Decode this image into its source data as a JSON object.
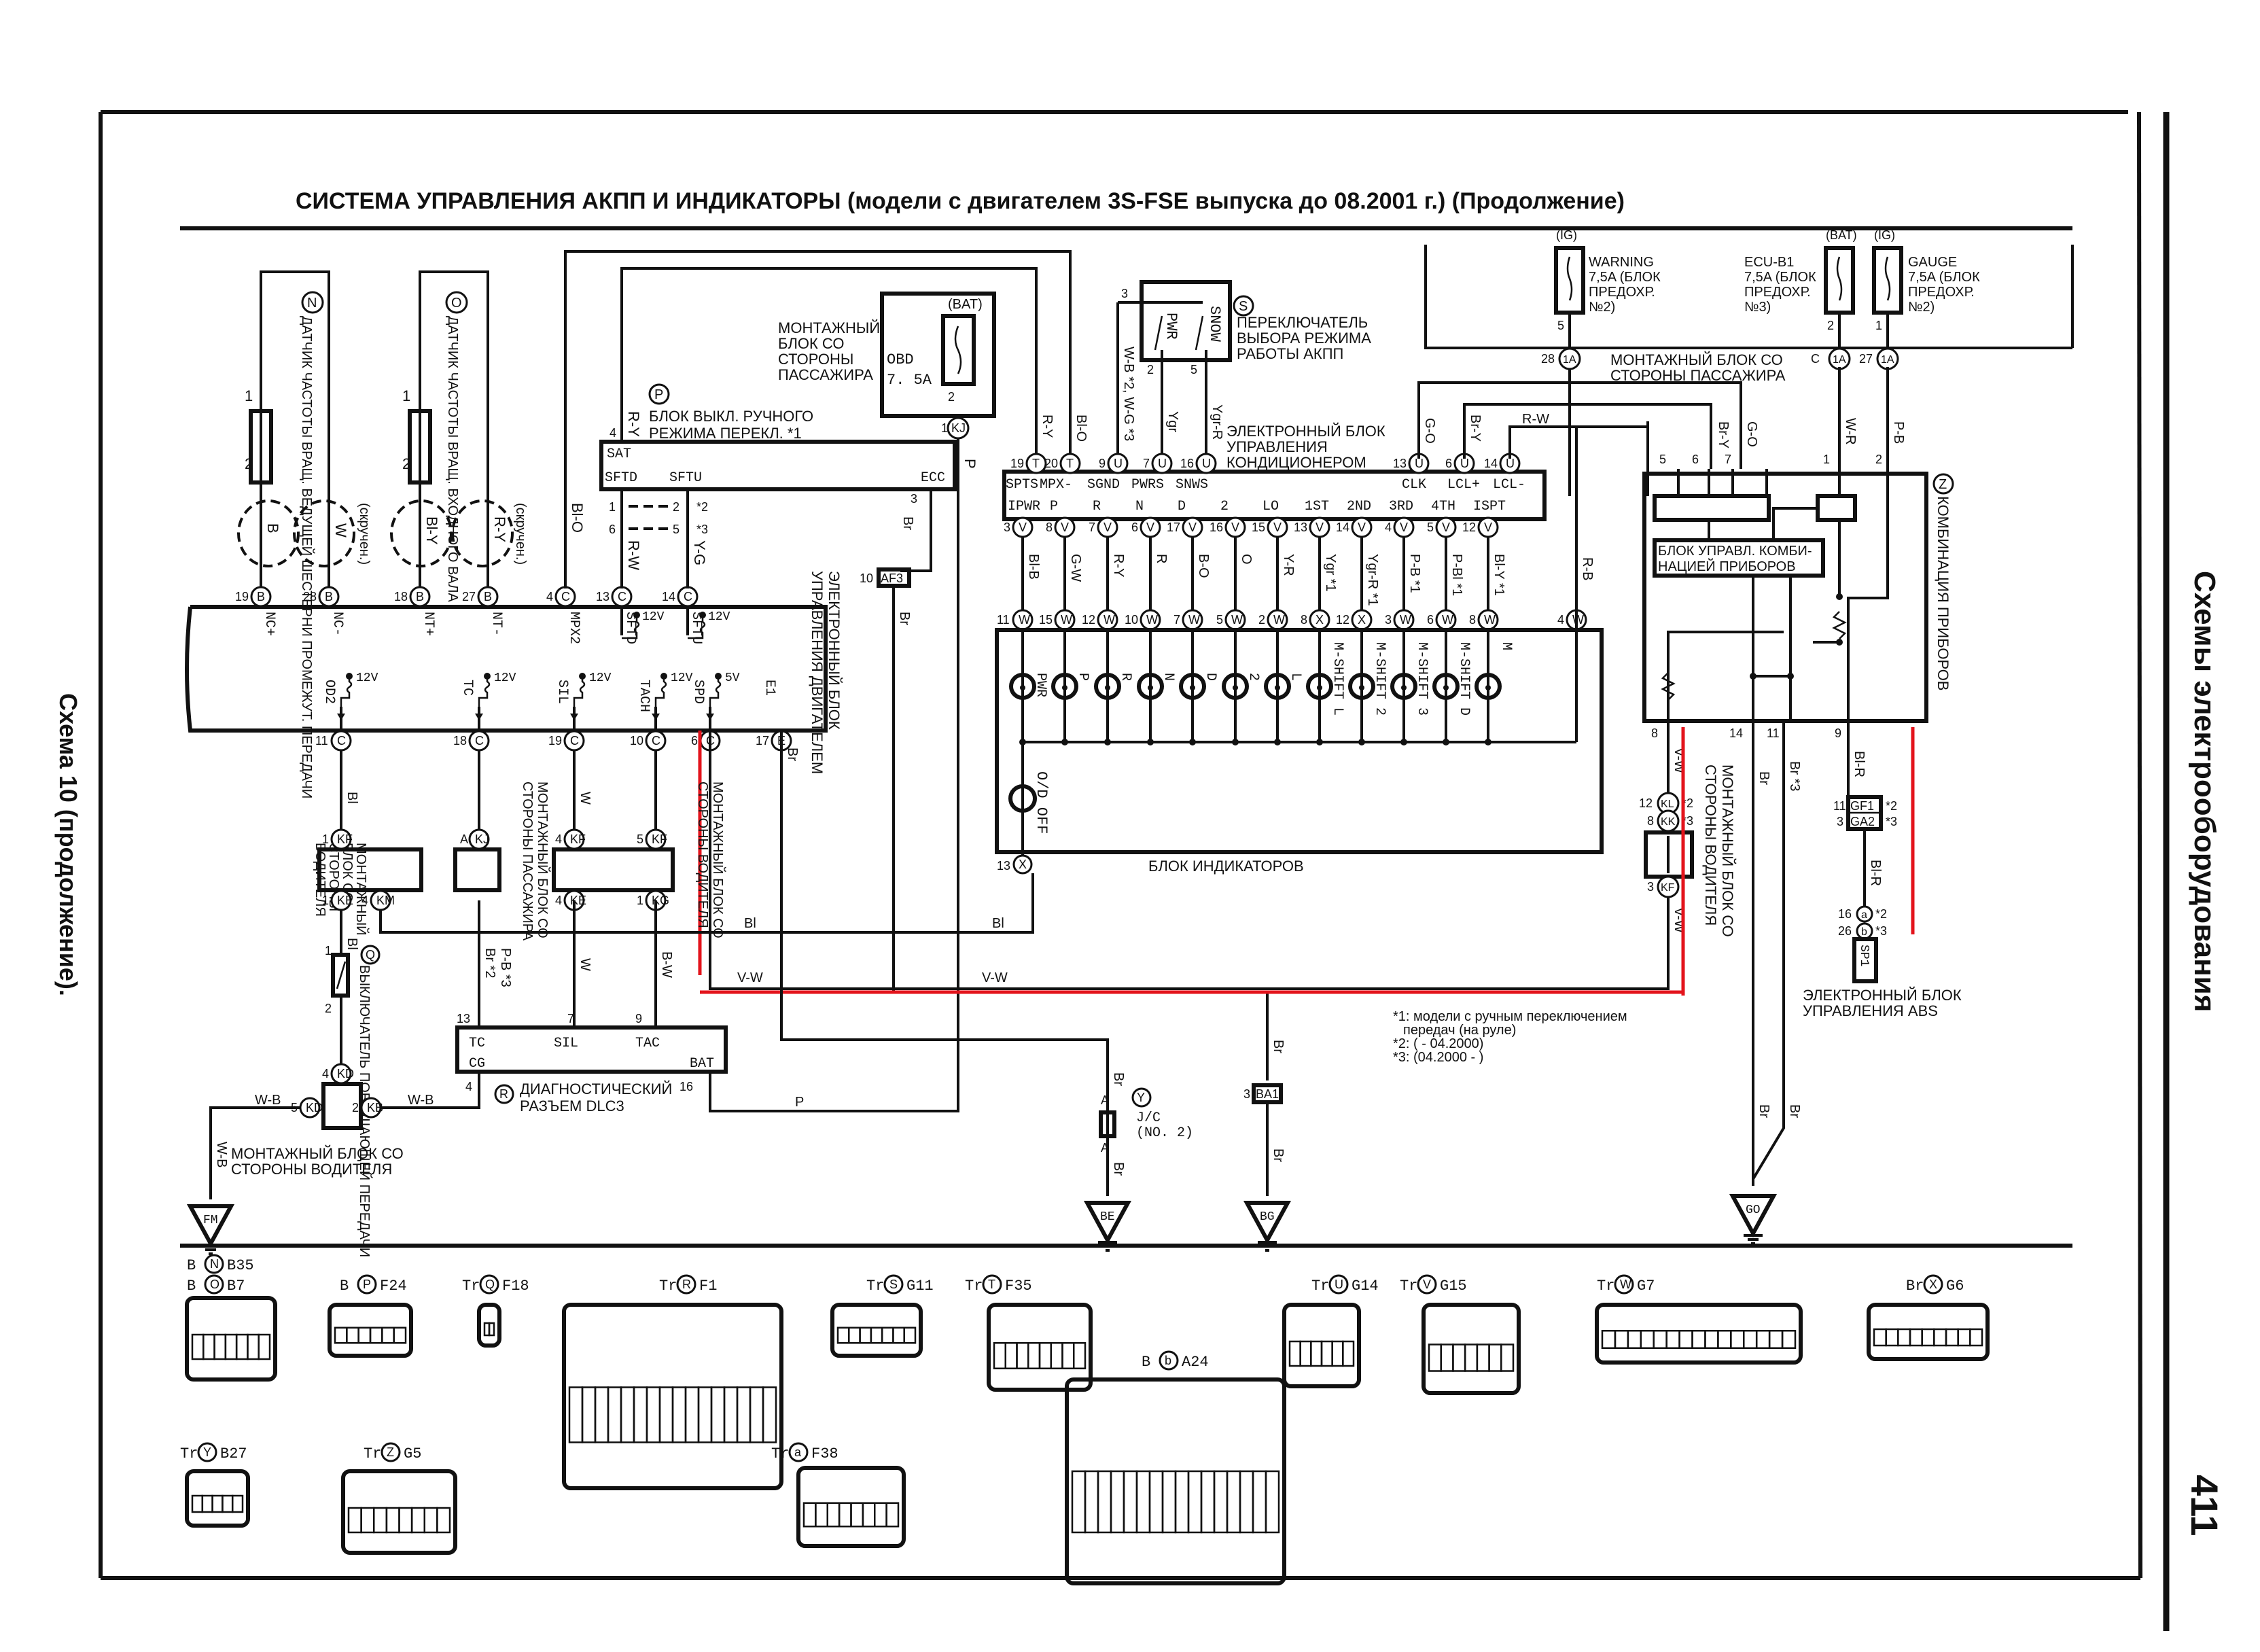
{
  "page": {
    "title": "СИСТЕМА УПРАВЛЕНИЯ АКПП И ИНДИКАТОРЫ (модели с двигателем 3S-FSE выпуска до 08.2001 г.) (Продолжение)",
    "section_title": "Схемы электрооборудования",
    "page_number": "411",
    "caption": "Схема 10 (продолжение)."
  },
  "components": {
    "N": {
      "letter": "N",
      "label": "ДАТЧИК ЧАСТОТЫ ВРАЩ. ВЕДУЩЕЙ ШЕСТЕРНИ ПРОМЕЖУТ. ПЕРЕДАЧИ",
      "pins": [
        "1",
        "2"
      ],
      "wires": [
        "B",
        "W"
      ],
      "twisted": "(скручен.)"
    },
    "O": {
      "letter": "O",
      "label": "ДАТЧИК ЧАСТОТЫ ВРАЩ. ВХОДНОГО ВАЛА",
      "pins": [
        "1",
        "2"
      ],
      "wires": [
        "Bl-Y",
        "R-Y"
      ],
      "twisted": "(скручен.)"
    },
    "P": {
      "letter": "P",
      "label1": "БЛОК ВЫКЛ. РУЧНОГО",
      "label2": "РЕЖИМА ПЕРЕКЛ. *1",
      "pin_sat": "SAT",
      "pin_sftd": "SFTD",
      "pin_sftu": "SFTU",
      "pin_ecc": "ECC",
      "sat_pin": "4",
      "ecc_pin": "3",
      "rows": [
        [
          "1",
          "2",
          "*2"
        ],
        [
          "6",
          "5",
          "*3"
        ]
      ]
    },
    "Q": {
      "letter": "Q",
      "label": "ВЫКЛЮЧАТЕЛЬ ПОВЫШАЮЩЕЙ ПЕРЕДАЧИ",
      "pins": [
        "1",
        "2"
      ]
    },
    "R": {
      "letter": "R",
      "label1": "ДИАГНОСТИЧЕСКИЙ",
      "label2": "РАЗЪЕМ DLC3",
      "pins_top": [
        {
          "no": "13",
          "name": "TC"
        },
        {
          "no": "7",
          "name": "SIL"
        },
        {
          "no": "9",
          "name": "TAC"
        }
      ],
      "pins_bottom": [
        {
          "no": "4",
          "name": "CG"
        },
        {
          "no": "16",
          "name": "BAT"
        }
      ]
    },
    "S": {
      "letter": "S",
      "label1": "ПЕРЕКЛЮЧАТЕЛЬ",
      "label2": "ВЫБОРА РЕЖИМА",
      "label3": "РАБОТЫ АКПП",
      "sw1": "PWR",
      "sw2": "SNOW",
      "pins": [
        "3",
        "2",
        "5"
      ]
    },
    "Y": {
      "letter": "Y",
      "label1": "J/C",
      "label2": "(NO. 2)",
      "pin": "A"
    },
    "Z": {
      "letter": "Z",
      "label": "КОМБИНАЦИЯ ПРИБОРОВ",
      "inner1": "БЛОК УПРАВЛ. КОМБИ-",
      "inner2": "НАЦИЕЙ ПРИБОРОВ",
      "pins_top": [
        "5",
        "6",
        "7",
        "1",
        "2"
      ],
      "pins_bottom": [
        "8",
        "14",
        "11",
        "9"
      ]
    },
    "obd_fuse": {
      "label1": "МОНТАЖНЫЙ",
      "label2": "БЛОК СО",
      "label3": "СТОРОНЫ",
      "label4": "ПАССАЖИРА",
      "source": "(BAT)",
      "name1": "OBD",
      "name2": "7. 5A",
      "pin": "2",
      "conn": "1",
      "conn_code": "KJ"
    },
    "fuses": [
      {
        "source": "(IG)",
        "name": "WARNING",
        "rating": "7,5A (БЛОК",
        "block1": "ПРЕДОХР.",
        "block2": "№2)",
        "pin": "5",
        "conn_no": "28",
        "conn_code": "1A"
      },
      {
        "source": "(BAT)",
        "name": "ECU-B1",
        "rating": "7,5A (БЛОК",
        "block1": "ПРЕДОХР.",
        "block2": "№3)",
        "pin": "2",
        "conn_no": "C",
        "conn_code": "1A"
      },
      {
        "source": "(IG)",
        "name": "GAUGE",
        "rating": "7,5A (БЛОК",
        "block1": "ПРЕДОХР.",
        "block2": "№2)",
        "pin": "1",
        "conn_no": "27",
        "conn_code": "1A"
      }
    ],
    "passenger_jb": "МОНТАЖНЫЙ БЛОК СО СТОРОНЫ ПАССАЖИРА",
    "driver_jb": "МОНТАЖНЫЙ БЛОК СО СТОРОНЫ ВОДИТЕЛЯ",
    "driver_jb_short": [
      "МОНТАЖНЫЙ",
      "БЛОК СО",
      "СТОРОНЫ",
      "ВОДИТЕЛЯ"
    ],
    "passenger_jb_v": [
      "МОНТАЖНЫЙ БЛОК СО",
      "СТОРОНЫ ПАССАЖИРА"
    ],
    "driver_jb_v": [
      "МОНТАЖНЫЙ БЛОК СО",
      "СТОРОНЫ ВОДИТЕЛЯ"
    ],
    "ac_ecu": {
      "label1": "ЭЛЕКТРОННЫЙ БЛОК",
      "label2": "УПРАВЛЕНИЯ",
      "label3": "КОНДИЦИОНЕРОМ"
    },
    "engine_ecu": {
      "label1": "ЭЛЕКТРОННЫЙ БЛОК",
      "label2": "УПРАВЛЕНИЯ ДВИГАТЕЛЕМ"
    },
    "abs_ecu": {
      "label1": "ЭЛЕКТРОННЫЙ БЛОК",
      "label2": "УПРАВЛЕНИЯ ABS",
      "conn": [
        {
          "no": "16",
          "code": "a",
          "note": "*2"
        },
        {
          "no": "26",
          "code": "b",
          "note": "*3"
        }
      ],
      "pin_name": "SP1"
    },
    "indicator_block": {
      "label": "БЛОК ИНДИКАТОРОВ",
      "od_off": "O/D OFF",
      "od_pin": "13",
      "od_conn": "X"
    }
  },
  "ecm": {
    "top_pins": [
      {
        "no": "19",
        "conn": "B",
        "name": "NC+"
      },
      {
        "no": "28",
        "conn": "B",
        "name": "NC-"
      },
      {
        "no": "18",
        "conn": "B",
        "name": "NT+"
      },
      {
        "no": "27",
        "conn": "B",
        "name": "NT-"
      },
      {
        "no": "4",
        "conn": "C",
        "name": "MPX2",
        "wire": "Bl-O"
      },
      {
        "no": "13",
        "conn": "C",
        "name": "SFTD",
        "wire": "R-W"
      },
      {
        "no": "14",
        "conn": "C",
        "name": "SFTU",
        "wire": "Y-G"
      }
    ],
    "bottom_pins": [
      {
        "no": "11",
        "conn": "C",
        "name": "OD2",
        "v": "12V",
        "wire": "Bl"
      },
      {
        "no": "18",
        "conn": "C",
        "name": "TC",
        "v": "12V",
        "wire": "Br *2 / P-B *3"
      },
      {
        "no": "19",
        "conn": "C",
        "name": "SIL",
        "v": "12V",
        "wire": "W"
      },
      {
        "no": "10",
        "conn": "C",
        "name": "TACH",
        "v": "12V",
        "wire": "B-W"
      },
      {
        "no": "6",
        "conn": "C",
        "name": "SPD",
        "v": "5V",
        "wire": "V-W"
      },
      {
        "no": "17",
        "conn": "E",
        "name": "E1",
        "wire": "Br"
      }
    ],
    "sft_v": "12V"
  },
  "ac_ecu_pins": {
    "top": [
      {
        "no": "19",
        "conn": "T",
        "name": "SPTS",
        "wire": "R-Y"
      },
      {
        "no": "20",
        "conn": "T",
        "name": "MPX-",
        "wire": "Bl-O"
      },
      {
        "no": "9",
        "conn": "U",
        "name": "SGND",
        "wire": "W-B *2, W-G *3"
      },
      {
        "no": "7",
        "conn": "U",
        "name": "PWRS",
        "wire": "Ygr"
      },
      {
        "no": "16",
        "conn": "U",
        "name": "SNWS",
        "wire": "Ygr-R"
      },
      {
        "no": "13",
        "conn": "U",
        "name": "CLK",
        "wire": "G-O"
      },
      {
        "no": "6",
        "conn": "U",
        "name": "LCL+",
        "wire": "Br-Y"
      },
      {
        "no": "14",
        "conn": "U",
        "name": "LCL-",
        "wire": "R-W"
      }
    ],
    "bottom": [
      {
        "no": "3",
        "conn": "V",
        "name": "IPWR",
        "wire": "Bl-B",
        "ind_no": "11",
        "ind_conn": "W",
        "lamp": "PWR"
      },
      {
        "no": "8",
        "conn": "V",
        "name": "P",
        "wire": "G-W",
        "ind_no": "15",
        "ind_conn": "W",
        "lamp": "P"
      },
      {
        "no": "7",
        "conn": "V",
        "name": "R",
        "wire": "R-Y",
        "ind_no": "12",
        "ind_conn": "W",
        "lamp": "R"
      },
      {
        "no": "6",
        "conn": "V",
        "name": "N",
        "wire": "R",
        "ind_no": "10",
        "ind_conn": "W",
        "lamp": "N"
      },
      {
        "no": "17",
        "conn": "V",
        "name": "D",
        "wire": "B-O",
        "ind_no": "7",
        "ind_conn": "W",
        "lamp": "D"
      },
      {
        "no": "16",
        "conn": "V",
        "name": "2",
        "wire": "O",
        "ind_no": "5",
        "ind_conn": "W",
        "lamp": "2"
      },
      {
        "no": "15",
        "conn": "V",
        "name": "LO",
        "wire": "Y-R",
        "ind_no": "2",
        "ind_conn": "W",
        "lamp": "L"
      },
      {
        "no": "13",
        "conn": "V",
        "name": "1ST",
        "wire": "Ygr *1",
        "ind_no": "8",
        "ind_conn": "X",
        "lamp": "M-SHIFT L"
      },
      {
        "no": "14",
        "conn": "V",
        "name": "2ND",
        "wire": "Ygr-R *1",
        "ind_no": "12",
        "ind_conn": "X",
        "lamp": "M-SHIFT 2"
      },
      {
        "no": "4",
        "conn": "V",
        "name": "3RD",
        "wire": "P-B *1",
        "ind_no": "3",
        "ind_conn": "W",
        "lamp": "M-SHIFT 3"
      },
      {
        "no": "5",
        "conn": "V",
        "name": "4TH",
        "wire": "P-Bl *1",
        "ind_no": "6",
        "ind_conn": "W",
        "lamp": "M-SHIFT D"
      },
      {
        "no": "12",
        "conn": "V",
        "name": "ISPT",
        "wire": "Bl-Y *1",
        "ind_no": "8",
        "ind_conn": "W",
        "lamp": "M"
      }
    ],
    "extra_ind_pin": {
      "no": "4",
      "conn": "W",
      "wire": "R-B"
    }
  },
  "wires": {
    "p_wire": "P",
    "br": "Br",
    "bl": "Bl",
    "vw": "V-W",
    "wb": "W-B",
    "wr": "W-R",
    "pb": "P-B",
    "go": "G-O",
    "bry": "Br-Y",
    "blr": "Bl-R",
    "br3": "Br *3",
    "ry": "R-Y",
    "blo": "Bl-O",
    "w": "W",
    "bw": "B-W",
    "pb2": "Br *2",
    "pb3": "P-B *3"
  },
  "junctions": {
    "AF3": {
      "no": "10",
      "code": "AF3"
    },
    "BA1": {
      "no": "3",
      "code": "BA1"
    },
    "GF1": {
      "no": "11",
      "code": "GF1",
      "note": "*2"
    },
    "GA2": {
      "no": "3",
      "code": "GA2",
      "note": "*3"
    },
    "driver_jb_pins": [
      {
        "no": "1",
        "code": "KF"
      },
      {
        "no": "1",
        "code": "KE"
      },
      {
        "no": "4",
        "code": "KM"
      },
      {
        "no": "A",
        "code": "KJ"
      },
      {
        "no": "4",
        "code": "KF"
      },
      {
        "no": "4",
        "code": "KE"
      },
      {
        "no": "5",
        "code": "KF"
      },
      {
        "no": "1",
        "code": "KG"
      },
      {
        "no": "4",
        "code": "KD"
      },
      {
        "no": "5",
        "code": "KD"
      },
      {
        "no": "2",
        "code": "KB"
      }
    ],
    "v_w_pins": [
      {
        "no": "12",
        "code": "KL",
        "note": "*2"
      },
      {
        "no": "8",
        "code": "KK",
        "note": "*3"
      },
      {
        "no": "3",
        "code": "KF"
      }
    ]
  },
  "grounds": [
    "FM",
    "BE",
    "BG",
    "GO"
  ],
  "notes": [
    "*1: модели с ручным переключением",
    "передач (на руле)",
    "*2: ( - 04.2000)",
    "*3: (04.2000 - )"
  ],
  "connectors": [
    {
      "color": "B",
      "letter": "N",
      "code": "B35"
    },
    {
      "color": "B",
      "letter": "O",
      "code": "B7"
    },
    {
      "color": "B",
      "letter": "P",
      "code": "F24"
    },
    {
      "color": "Tr",
      "letter": "Q",
      "code": "F18"
    },
    {
      "color": "Tr",
      "letter": "R",
      "code": "F1"
    },
    {
      "color": "Tr",
      "letter": "S",
      "code": "G11"
    },
    {
      "color": "Tr",
      "letter": "T",
      "code": "F35"
    },
    {
      "color": "B",
      "letter": "b",
      "code": "A24"
    },
    {
      "color": "Tr",
      "letter": "U",
      "code": "G14"
    },
    {
      "color": "Tr",
      "letter": "V",
      "code": "G15"
    },
    {
      "color": "Tr",
      "letter": "W",
      "code": "G7"
    },
    {
      "color": "Br",
      "letter": "X",
      "code": "G6"
    },
    {
      "color": "Tr",
      "letter": "Y",
      "code": "B27"
    },
    {
      "color": "Tr",
      "letter": "Z",
      "code": "G5"
    },
    {
      "color": "Tr",
      "letter": "a",
      "code": "F38"
    }
  ],
  "colors": {
    "ink": "#111111",
    "highlight": "#e3131b",
    "paper": "#ffffff"
  }
}
